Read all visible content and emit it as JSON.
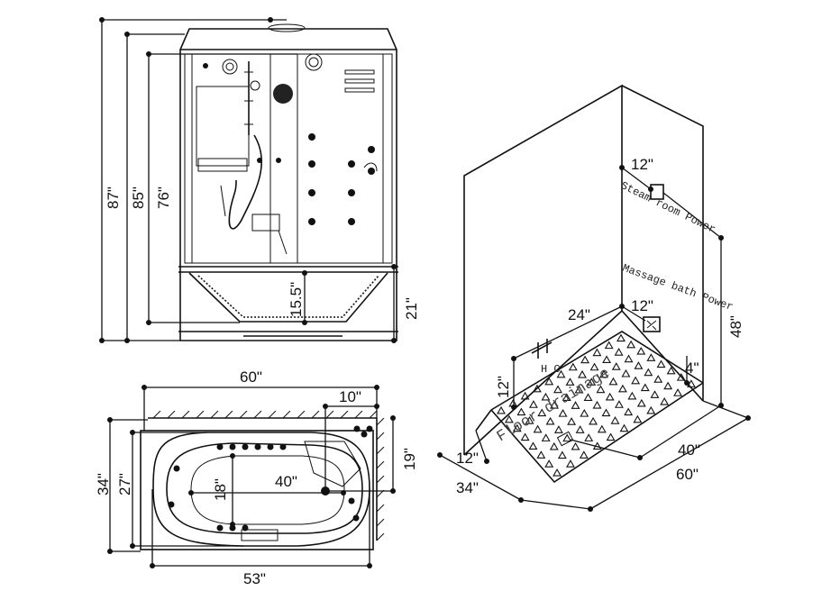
{
  "front_view": {
    "dim_87": "87\"",
    "dim_85": "85\"",
    "dim_76": "76\"",
    "dim_15_5": "15.5\"",
    "dim_21": "21\""
  },
  "top_view": {
    "dim_60": "60\"",
    "dim_10": "10\"",
    "dim_19": "19\"",
    "dim_34": "34\"",
    "dim_27": "27\"",
    "dim_18": "18\"",
    "dim_40": "40\"",
    "dim_53": "53\""
  },
  "room_view": {
    "dim_12_top": "12\"",
    "steam_label": "Steam room Power",
    "massage_label": "Massage bath Power",
    "dim_12_mid": "12\"",
    "dim_24": "24\"",
    "dim_48": "48\"",
    "hc_label": "H C",
    "dim_4": "4\"",
    "dim_12_left": "12\"",
    "floor_label": "Floor drainage",
    "dim_40": "40\"",
    "dim_60": "60\"",
    "dim_12_bottom": "12\"",
    "dim_34": "34\""
  }
}
